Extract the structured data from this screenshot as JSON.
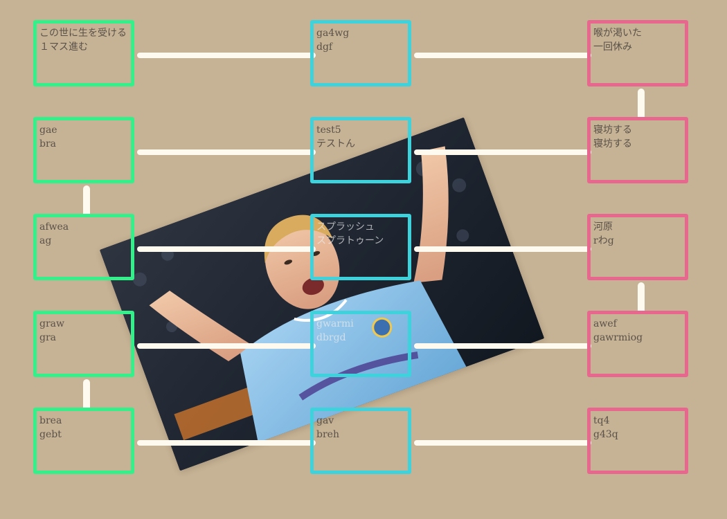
{
  "columns": {
    "left": {
      "color": "#33f08a",
      "cells": [
        {
          "line1": "この世に生を受ける",
          "line2": "１マス進む"
        },
        {
          "line1": "gae",
          "line2": "bra"
        },
        {
          "line1": "afwea",
          "line2": "ag"
        },
        {
          "line1": "graw",
          "line2": "gra"
        },
        {
          "line1": "brea",
          "line2": "gebt"
        }
      ]
    },
    "middle": {
      "color": "#3ed3dc",
      "cells": [
        {
          "line1": "ga4wg",
          "line2": "dgf"
        },
        {
          "line1": "test5",
          "line2": "テストん"
        },
        {
          "line1": "スプラッシュ",
          "line2": "スプラトゥーン"
        },
        {
          "line1": "gwarmi",
          "line2": "dbrgd"
        },
        {
          "line1": "gav",
          "line2": "breh"
        }
      ]
    },
    "right": {
      "color": "#e8678e",
      "cells": [
        {
          "line1": "喉が渇いた",
          "line2": "一回休み"
        },
        {
          "line1": "寝坊する",
          "line2": "寝坊する"
        },
        {
          "line1": "河原",
          "line2": "rわg"
        },
        {
          "line1": "awef",
          "line2": "gawrmiog"
        },
        {
          "line1": "tq4",
          "line2": "g43q"
        }
      ]
    }
  },
  "photo": {
    "subject": "soccer-player-celebrating",
    "shirt_color": "#8ec3ea"
  },
  "connector_color": "#fffaf0",
  "background_color": "#c6b294"
}
